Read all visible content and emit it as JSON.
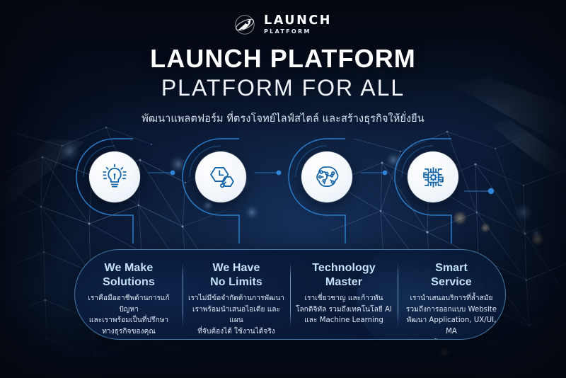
{
  "brand": {
    "logo_icon": "rocket-icon",
    "name": "LAUNCH",
    "tagline": "PLATFORM"
  },
  "hero": {
    "title": "LAUNCH PLATFORM",
    "subtitle": "PLATFORM FOR ALL",
    "description": "พัฒนาแพลตฟอร์ม ที่ตรงโจทย์ไลฟ์สไตล์ และสร้างธุรกิจให้ยั่งยืน"
  },
  "features": [
    {
      "icon": "lightbulb-icon",
      "heading": "We Make\nSolutions",
      "heading_line1": "We Make",
      "heading_line2": "Solutions",
      "body_lines": [
        "เราคือมืออาชีพด้านการแก้ปัญหา",
        "และเราพร้อมเป็นที่ปรึกษา",
        "ทางธุรกิจของคุณ"
      ]
    },
    {
      "icon": "hexagon-clock-icon",
      "heading": "We Have\nNo Limits",
      "heading_line1": "We Have",
      "heading_line2": "No Limits",
      "body_lines": [
        "เราไม่มีข้อจำกัดด้านการพัฒนา",
        "เราพร้อมนำเสนอไอเดีย และแผน",
        "ที่จับต้องได้ ใช้งานได้จริง"
      ]
    },
    {
      "icon": "ai-brain-circuit-icon",
      "heading": "Technology\nMaster",
      "heading_line1": "Technology",
      "heading_line2": "Master",
      "body_lines": [
        "เราเชี่ยวชาญ และก้าวทัน",
        "โลกดิจิทัล รวมถึงเทคโนโลยี AI",
        "และ Machine Learning"
      ]
    },
    {
      "icon": "microchip-gear-icon",
      "heading": "Smart\nService",
      "heading_line1": "Smart",
      "heading_line2": "Service",
      "body_lines": [
        "เรานำเสนอบริการที่ล้ำสมัย",
        "รวมถึงการออกแบบ Website",
        "พัฒนา Application, UX/UI, MA",
        "และการพัฒนาระบบหลังบ้าน"
      ]
    }
  ],
  "colors": {
    "background_deep": "#060d1c",
    "background_mid": "#0a1730",
    "panel_fill": "#0e244a",
    "panel_border": "#6cb2e2",
    "heading_blue": "#c3e1f7",
    "body_text": "#dce8f4",
    "icon_blue": "#1565a8",
    "icon_teal": "#1e7fc0",
    "accent_ring": "#2f86d8",
    "title_white": "#ffffff"
  }
}
